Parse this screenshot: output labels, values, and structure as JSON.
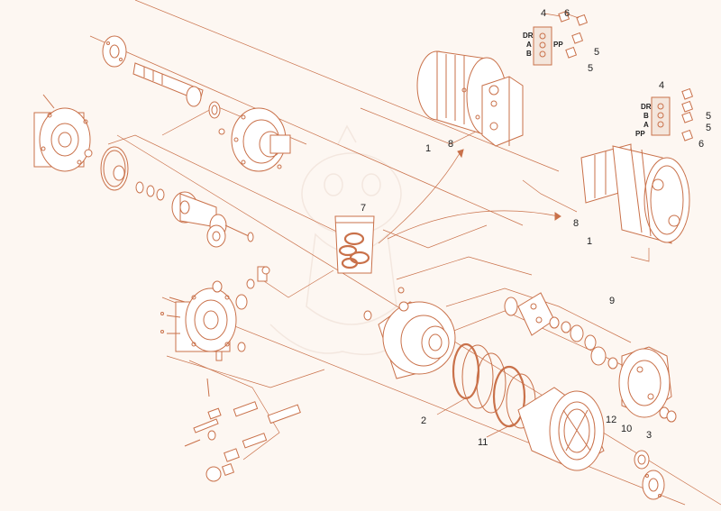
{
  "diagram": {
    "stroke_color": "#c9714a",
    "fill_color": "#ffffff",
    "label_color": "#222222",
    "callouts": [
      "1",
      "2",
      "3",
      "4",
      "5",
      "6",
      "7",
      "8",
      "9",
      "10",
      "11",
      "12"
    ],
    "port_labels": [
      "DR",
      "A",
      "B",
      "PP"
    ]
  }
}
